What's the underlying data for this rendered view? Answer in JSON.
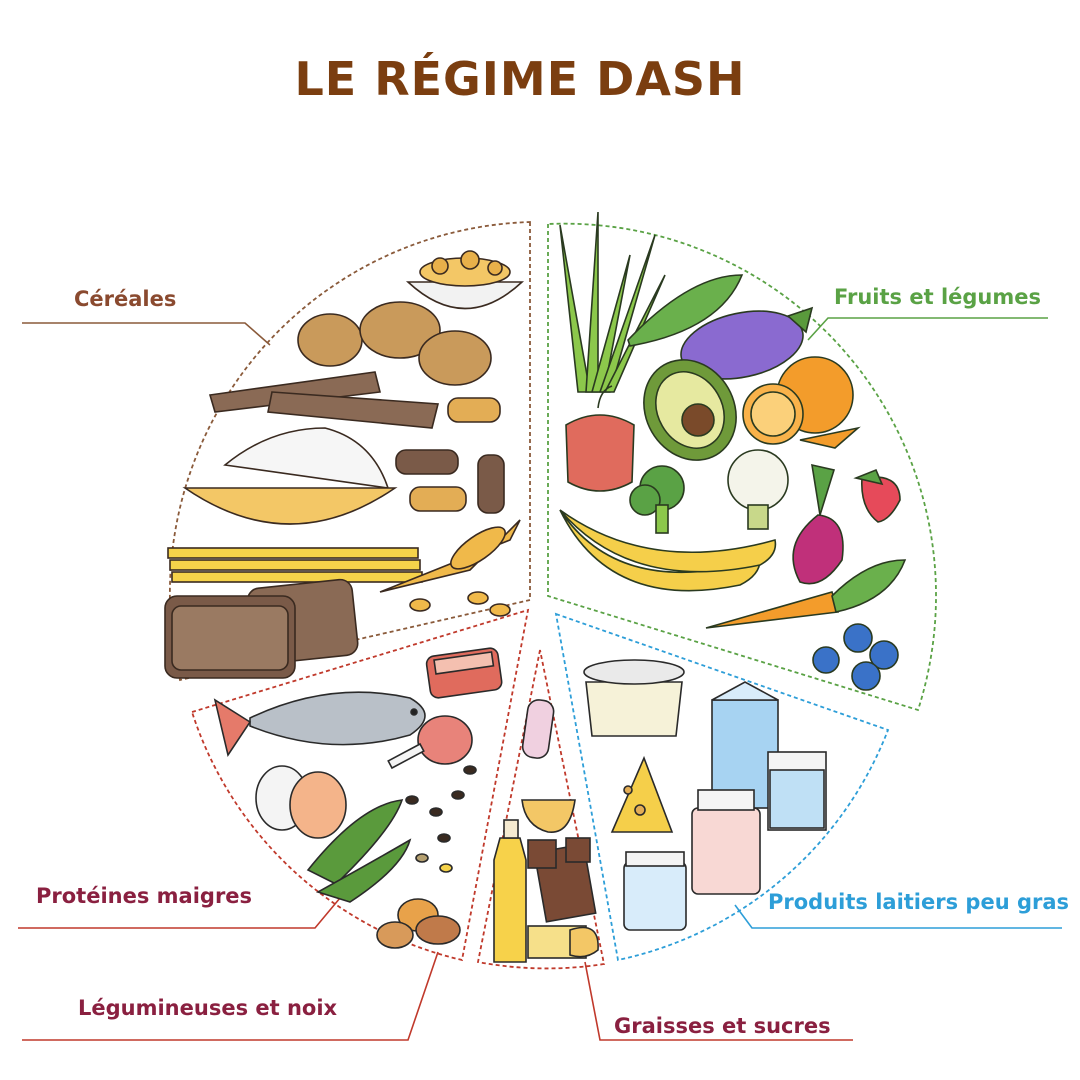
{
  "title": "LE RÉGIME DASH",
  "labels": {
    "cereales": "Céréales",
    "fruits": "Fruits et légumes",
    "proteines": "Protéines maigres",
    "laitiers": "Produits laitiers peu gras",
    "legumineuses": "Légumineuses et noix",
    "graisses": "Graisses et sucres"
  },
  "colors": {
    "title": "#7b3e10",
    "cereales": "#8a4a2f",
    "fruits": "#5aa245",
    "proteines": "#8a2040",
    "laitiers": "#2d9ed8",
    "legumineuses": "#8a2040",
    "graisses": "#8a2040"
  }
}
